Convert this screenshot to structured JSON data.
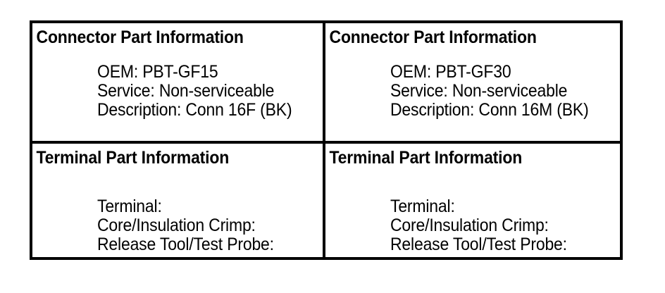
{
  "table": {
    "cells": [
      {
        "id": "connector-left",
        "heading": "Connector Part Information",
        "lines": [
          "OEM: PBT-GF15",
          "Service: Non-serviceable",
          "Description: Conn 16F (BK)"
        ]
      },
      {
        "id": "connector-right",
        "heading": "Connector Part Information",
        "lines": [
          "OEM: PBT-GF30",
          "Service: Non-serviceable",
          "Description: Conn 16M (BK)"
        ]
      },
      {
        "id": "terminal-left",
        "heading": "Terminal Part Information",
        "lines": [
          "Terminal:",
          "Core/Insulation Crimp:",
          "Release Tool/Test Probe:"
        ]
      },
      {
        "id": "terminal-right",
        "heading": "Terminal Part Information",
        "lines": [
          "Terminal:",
          "Core/Insulation Crimp:",
          "Release Tool/Test Probe:"
        ]
      }
    ],
    "border_color": "#000000",
    "background_color": "#ffffff",
    "text_color": "#000000"
  }
}
